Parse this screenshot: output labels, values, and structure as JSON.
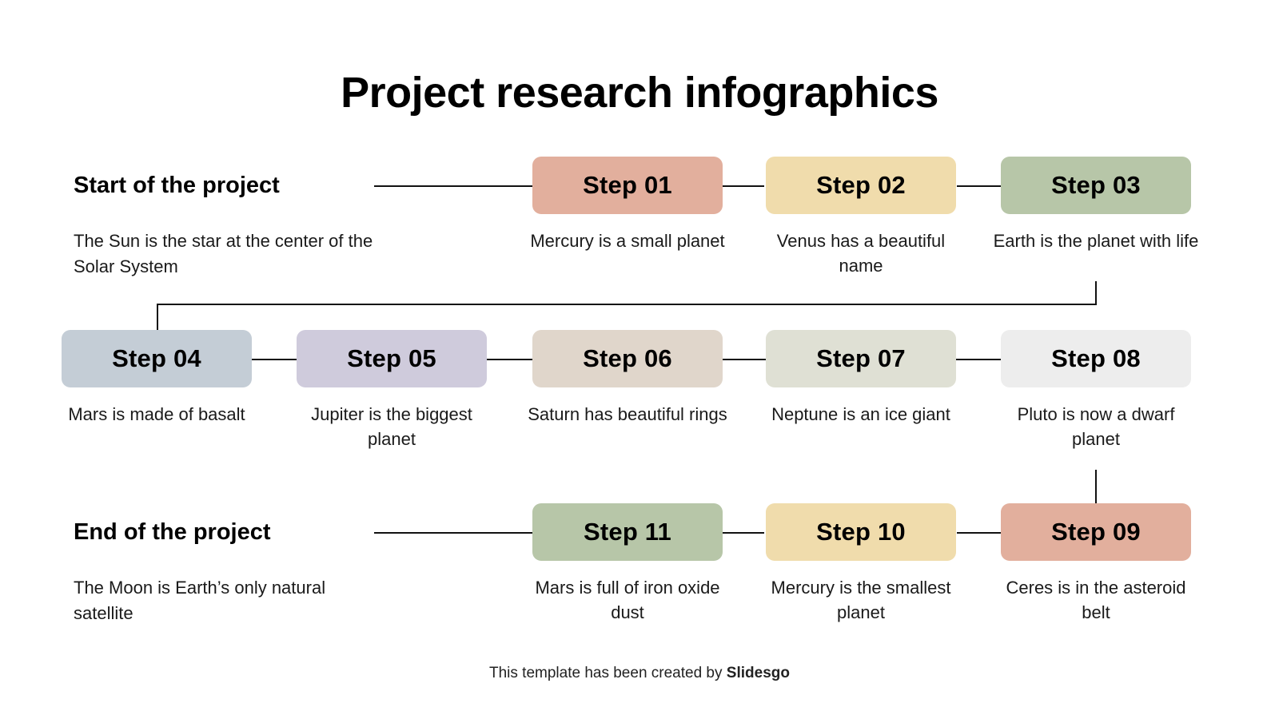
{
  "title": "Project research infographics",
  "sections": {
    "start": {
      "heading": "Start of the project",
      "description": "The Sun is the star at the center of the Solar System"
    },
    "end": {
      "heading": "End of the project",
      "description": "The Moon is Earth’s only natural satellite"
    }
  },
  "steps": [
    {
      "label": "Step 01",
      "caption": "Mercury is a small planet",
      "color": "#E2AF9D"
    },
    {
      "label": "Step 02",
      "caption": "Venus has a beautiful name",
      "color": "#F0DCAC"
    },
    {
      "label": "Step 03",
      "caption": "Earth is the planet with life",
      "color": "#B7C6A8"
    },
    {
      "label": "Step 04",
      "caption": "Mars is made of basalt",
      "color": "#C4CDD6"
    },
    {
      "label": "Step 05",
      "caption": "Jupiter is the biggest planet",
      "color": "#CFCBDC"
    },
    {
      "label": "Step 06",
      "caption": "Saturn has beautiful rings",
      "color": "#E0D6CB"
    },
    {
      "label": "Step 07",
      "caption": "Neptune is an ice giant",
      "color": "#DFE0D4"
    },
    {
      "label": "Step 08",
      "caption": "Pluto is now a dwarf planet",
      "color": "#EDEDED"
    },
    {
      "label": "Step 11",
      "caption": "Mars is full of iron oxide dust",
      "color": "#B7C6A8"
    },
    {
      "label": "Step 10",
      "caption": "Mercury is the smallest planet",
      "color": "#F0DCAC"
    },
    {
      "label": "Step 09",
      "caption": "Ceres is in the asteroid belt",
      "color": "#E2AF9D"
    }
  ],
  "footer": {
    "prefix": "This template has been created by ",
    "brand": "Slidesgo"
  },
  "theme": {
    "background": "#FFFFFF",
    "text": "#111111",
    "connector": "#111111"
  }
}
